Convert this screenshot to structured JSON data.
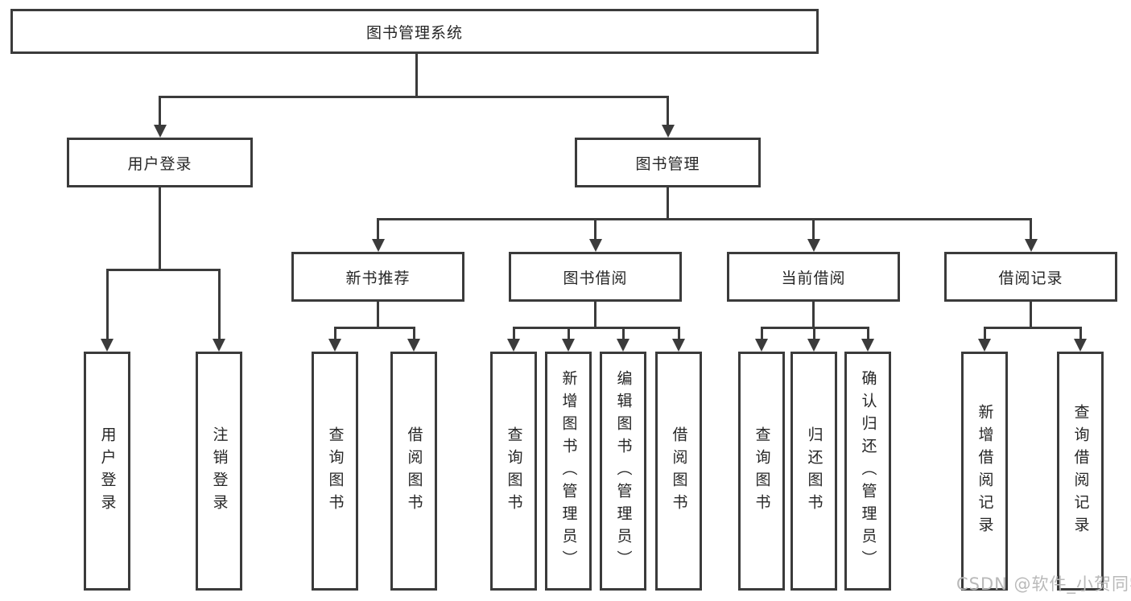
{
  "colors": {
    "line": "#3b3b3b",
    "text": "#262626",
    "background": "#ffffff",
    "watermark": "#b9b9b9"
  },
  "watermark": {
    "text": "CSDN @软件_小贺同学"
  },
  "tree": {
    "root": {
      "label": "图书管理系统"
    },
    "branches": [
      {
        "label": "用户登录",
        "children": [
          {
            "label": "用户登录"
          },
          {
            "label": "注销登录"
          }
        ]
      },
      {
        "label": "图书管理",
        "groups": [
          {
            "label": "新书推荐",
            "children": [
              {
                "label": "查询图书"
              },
              {
                "label": "借阅图书"
              }
            ]
          },
          {
            "label": "图书借阅",
            "children": [
              {
                "label": "查询图书"
              },
              {
                "label": "新增图书（管理员）"
              },
              {
                "label": "编辑图书（管理员）"
              },
              {
                "label": "借阅图书"
              }
            ]
          },
          {
            "label": "当前借阅",
            "children": [
              {
                "label": "查询图书"
              },
              {
                "label": "归还图书"
              },
              {
                "label": "确认归还（管理员）"
              }
            ]
          },
          {
            "label": "借阅记录",
            "children": [
              {
                "label": "新增借阅记录"
              },
              {
                "label": "查询借阅记录"
              }
            ]
          }
        ]
      }
    ]
  }
}
